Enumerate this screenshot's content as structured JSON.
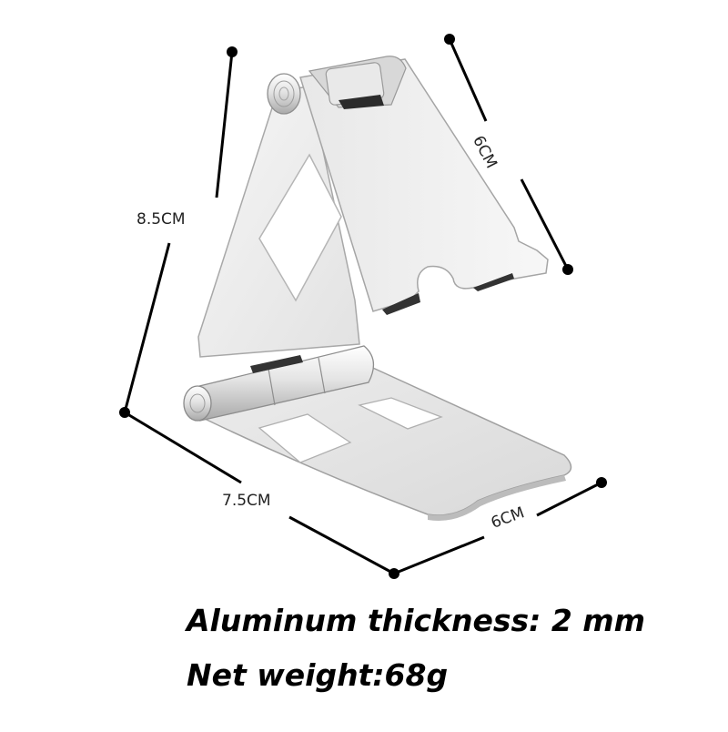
{
  "dimensions": {
    "height": "8.5CM",
    "top_width": "6CM",
    "base_length": "7.5CM",
    "base_width": "6CM"
  },
  "specs": {
    "thickness": "Aluminum thickness: 2 mm",
    "weight": "Net weight:68g"
  },
  "colors": {
    "metal_light": "#f4f4f4",
    "metal_mid": "#dcdcdc",
    "metal_dark": "#bdbdbd",
    "edge": "#9a9a9a",
    "dimension_line": "#000000"
  }
}
